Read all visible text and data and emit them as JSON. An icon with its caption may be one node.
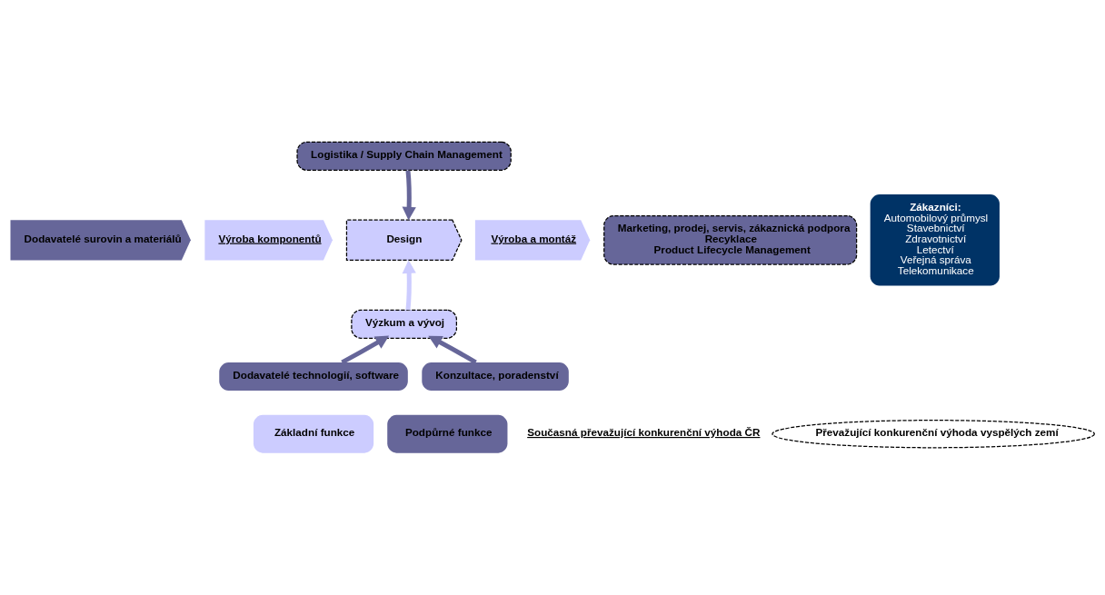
{
  "diagram": {
    "nodes": [
      {
        "text": [
          "Logistika / Supply Chain Management"
        ]
      },
      {
        "text": [
          "Dodavatelé surovin a materiálů"
        ]
      },
      {
        "text": [
          "Výroba komponentů"
        ]
      },
      {
        "text": [
          "Design"
        ]
      },
      {
        "text": [
          "Výroba a montáž"
        ]
      },
      {
        "text": [
          "Výzkum a vývoj"
        ]
      },
      {
        "text": [
          "Marketing, prodej, servis, zákaznická podpora",
          "Recyklace",
          "Product Lifecycle Management"
        ]
      },
      {
        "text": [
          "Zákazníci:",
          "Automobilový průmysl",
          "Stavebnictví",
          "Zdravotnictví",
          "Letectví",
          "Veřejná správa",
          "Telekomunikace"
        ]
      },
      {
        "text": [
          "Dodavatelé technologií, software"
        ]
      },
      {
        "text": [
          "Konzultace, poradenství"
        ]
      }
    ],
    "edges": [
      {
        "from": 0,
        "to": 3,
        "arrow": "to"
      },
      {
        "from": 5,
        "to": 3,
        "arrow": "to",
        "color": "#ccccff"
      },
      {
        "from": 8,
        "to": 5,
        "arrow": "to"
      },
      {
        "from": 9,
        "to": 5,
        "arrow": "to"
      }
    ],
    "legend": [
      {
        "text": "Základní funkce",
        "color": "#ccccff"
      },
      {
        "text": "Podpůrné funkce",
        "color": "#666699"
      },
      {
        "text": "Současná převažující konkurenční výhoda ČR"
      },
      {
        "text": "Převažující konkurenční výhoda vyspělých zemí"
      }
    ]
  }
}
